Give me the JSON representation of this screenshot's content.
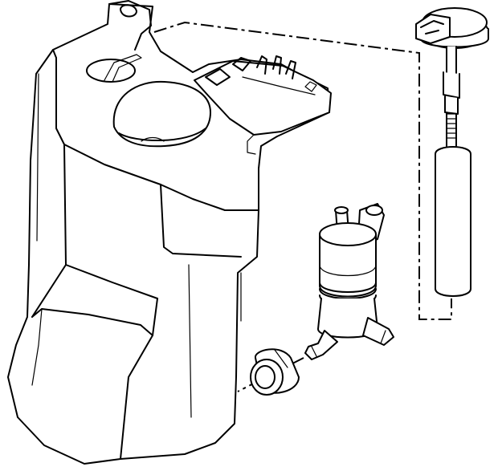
{
  "diagram": {
    "parts": [
      "washer-reservoir",
      "filler-cap",
      "level-sensor",
      "washer-pump",
      "pump-grommet"
    ],
    "line_color": "#000000",
    "background": "#ffffff"
  }
}
